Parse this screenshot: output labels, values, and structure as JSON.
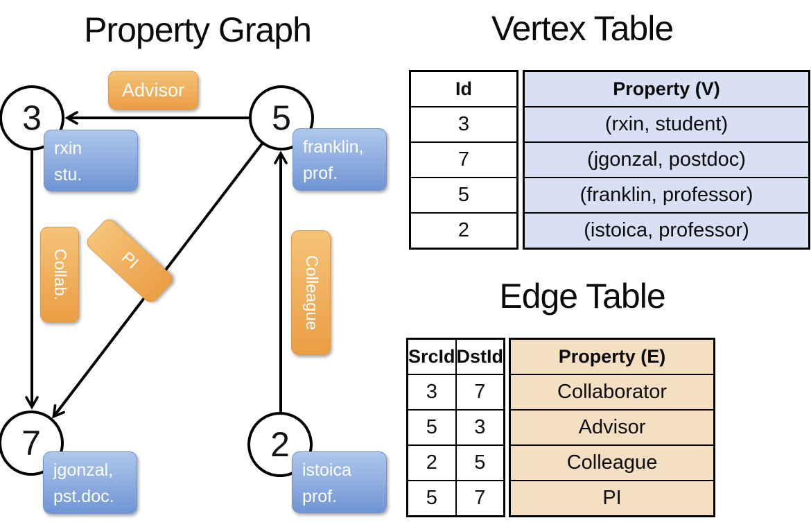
{
  "graph": {
    "title": "Property Graph",
    "nodes": [
      {
        "id": "3",
        "lines": [
          "rxin",
          "stu."
        ]
      },
      {
        "id": "5",
        "lines": [
          "franklin,",
          "prof."
        ]
      },
      {
        "id": "7",
        "lines": [
          "jgonzal,",
          "pst.doc."
        ]
      },
      {
        "id": "2",
        "lines": [
          "istoica",
          "prof."
        ]
      }
    ],
    "edge_labels": {
      "advisor": "Advisor",
      "collab": "Collab.",
      "pi": "PI",
      "colleague": "Colleague"
    },
    "edges": [
      {
        "from": "5",
        "to": "3",
        "label": "Advisor"
      },
      {
        "from": "3",
        "to": "7",
        "label": "Collab."
      },
      {
        "from": "5",
        "to": "7",
        "label": "PI"
      },
      {
        "from": "2",
        "to": "5",
        "label": "Colleague"
      }
    ]
  },
  "vertex_table": {
    "title": "Vertex Table",
    "columns": [
      "Id",
      "Property (V)"
    ],
    "rows": [
      [
        "3",
        "(rxin, student)"
      ],
      [
        "7",
        "(jgonzal, postdoc)"
      ],
      [
        "5",
        "(franklin, professor)"
      ],
      [
        "2",
        "(istoica, professor)"
      ]
    ]
  },
  "edge_table": {
    "title": "Edge Table",
    "columns": [
      "SrcId",
      "DstId",
      "Property (E)"
    ],
    "rows": [
      [
        "3",
        "7",
        "Collaborator"
      ],
      [
        "5",
        "3",
        "Advisor"
      ],
      [
        "2",
        "5",
        "Colleague"
      ],
      [
        "5",
        "7",
        "PI"
      ]
    ]
  },
  "colors": {
    "vertex_box_top": "#adc8ed",
    "vertex_box_bottom": "#7095d3",
    "edge_box_top": "#f5c377",
    "edge_box_bottom": "#eb9e44",
    "vertex_table_fill": "#d7e1f3",
    "edge_table_fill": "#f5dfc3",
    "line": "#000000",
    "background": "#ffffff"
  }
}
